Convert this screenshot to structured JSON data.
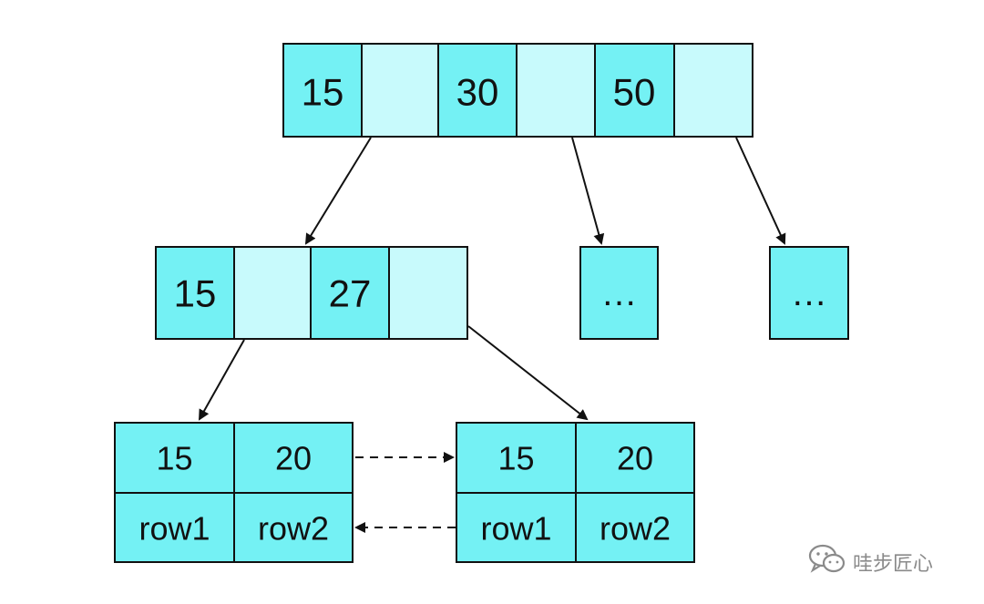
{
  "colors": {
    "key_fill": "#74F1F4",
    "pointer_fill": "#C8FAFC",
    "leaf_fill": "#74F1F4",
    "stroke": "#111111",
    "arrow": "#111111",
    "watermark": "#8a8a8a"
  },
  "root": {
    "keys": [
      "15",
      "30",
      "50"
    ]
  },
  "internal": {
    "keys": [
      "15",
      "27"
    ]
  },
  "placeholders": [
    "…",
    "…"
  ],
  "leaves": [
    {
      "keys": [
        "15",
        "20"
      ],
      "rows": [
        "row1",
        "row2"
      ]
    },
    {
      "keys": [
        "15",
        "20"
      ],
      "rows": [
        "row1",
        "row2"
      ]
    }
  ],
  "watermark": {
    "text": "哇步匠心",
    "icon": "wechat-icon"
  }
}
